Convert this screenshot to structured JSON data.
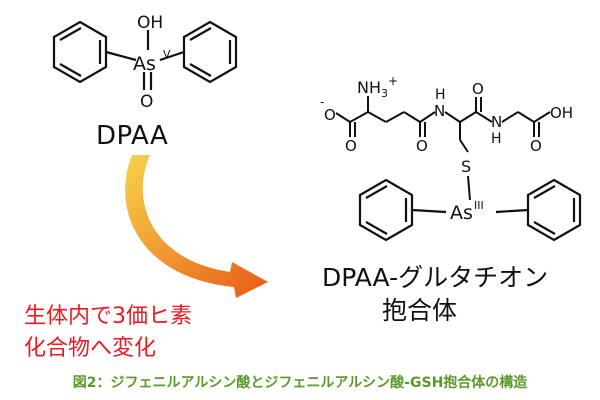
{
  "dpaa": {
    "label": "DPAA",
    "hydroxyl": "OH",
    "oxo": "O",
    "arsenic": "As",
    "valence": "V"
  },
  "conjugate": {
    "label_line1": "DPAA-グルタチオン",
    "label_line2": "抱合体",
    "amine": "NH",
    "amine_h_count": "3",
    "charge_plus": "+",
    "charge_minus": "-",
    "carboxylate_o1": "O",
    "carboxylate_o2": "O",
    "amide_n1": "N",
    "amide_h1": "H",
    "amide_o1": "O",
    "amide_n2": "N",
    "amide_h2": "H",
    "amide_o2": "O",
    "acid_o": "O",
    "acid_oh": "OH",
    "sulfur": "S",
    "arsenic": "As",
    "valence": "III"
  },
  "transformation": {
    "line1": "生体内で3価ヒ素",
    "line2": "化合物へ変化"
  },
  "caption": "図2：ジフェニルアルシン酸とジフェニルアルシン酸-GSH抱合体の構造",
  "colors": {
    "arrow_start": "#f6d24a",
    "arrow_end": "#e85a16",
    "transformation_text": "#ea1b24",
    "caption_text": "#5a9a2a"
  }
}
